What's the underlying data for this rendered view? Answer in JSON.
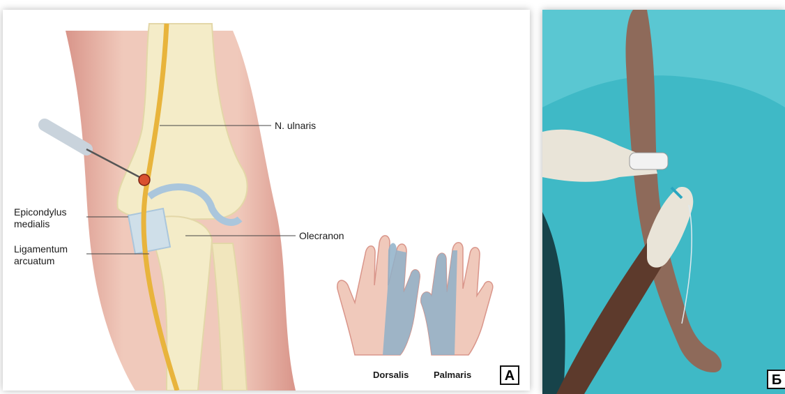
{
  "panel_a": {
    "labels": {
      "n_ulnaris": "N. ulnaris",
      "epicondylus": "Epicondylus medialis",
      "olecranon": "Olecranon",
      "ligamentum": "Ligamentum arcuatum",
      "dorsalis": "Dorsalis",
      "palmaris": "Palmaris"
    },
    "panel_letter": "A",
    "colors": {
      "nerve": "#e8b43c",
      "needle_tip": "#d9502f",
      "ulnar_zone": "#8fb0c8",
      "skin": "#e9b7a4",
      "bone": "#f4ecc8"
    }
  },
  "panel_b": {
    "panel_letter": "Б",
    "colors": {
      "drape": "#3fb9c6",
      "glove": "#e9e4d8",
      "arm": "#8e6a5a"
    }
  }
}
